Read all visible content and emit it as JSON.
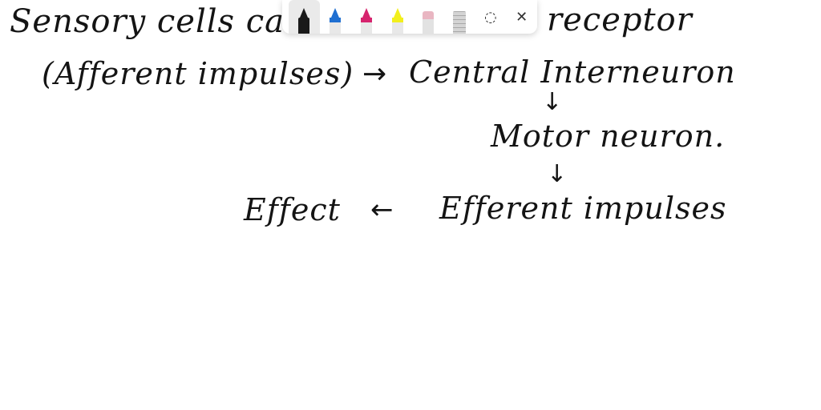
{
  "whiteboard": {
    "line1_left": "Sensory cells ca",
    "line1_right": "receptor",
    "line2_left": "(Afferent impulses)",
    "arrow_right": "→",
    "line2_right": "Central Interneuron",
    "arrow_down_1": "↓",
    "line3": "Motor neuron.",
    "arrow_down_2": "↓",
    "line4_left": "Effect",
    "arrow_left": "←",
    "line4_right": "Efferent impulses",
    "ink_color": "#141414"
  },
  "toolbar": {
    "tools": [
      {
        "name": "pen-black",
        "color": "#1a1a1a",
        "selected": true
      },
      {
        "name": "pen-blue",
        "color": "#1f6fd1",
        "selected": false
      },
      {
        "name": "pen-magenta",
        "color": "#d6246e",
        "selected": false
      },
      {
        "name": "highlighter-yellow",
        "color": "#f2ef1c",
        "selected": false
      },
      {
        "name": "eraser",
        "color": "#e9b6c2",
        "selected": false
      },
      {
        "name": "ruler",
        "color": "#c9c9c9",
        "selected": false
      }
    ],
    "lasso_icon": "lasso-icon",
    "close_icon": "close-icon",
    "close_glyph": "✕",
    "lasso_glyph": "◌"
  }
}
